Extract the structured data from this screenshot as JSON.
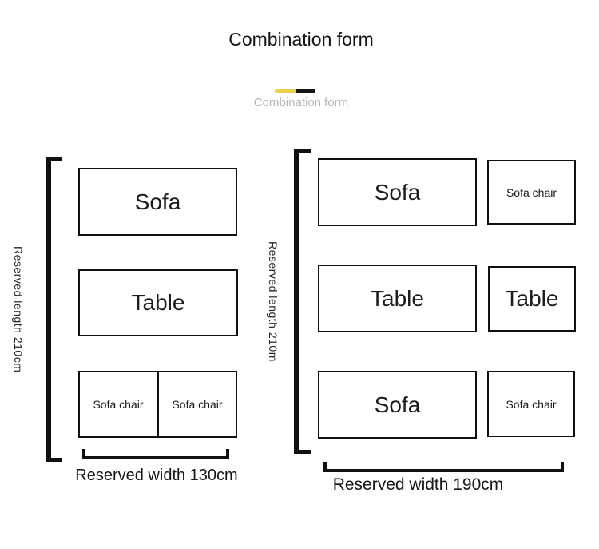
{
  "header": {
    "title": "Combination form",
    "subtitle": "Combination form"
  },
  "colors": {
    "accent_yellow": "#e8d24b",
    "accent_black": "#141414",
    "line_black": "#101010",
    "subtitle_gray": "#b5b5b5"
  },
  "left_diagram": {
    "length_label": "Reserved length 210cm",
    "width_label": "Reserved width 130cm",
    "sofa_label": "Sofa",
    "table_label": "Table",
    "chair_left_label": "Sofa chair",
    "chair_right_label": "Sofa chair"
  },
  "right_diagram": {
    "length_label": "Reserved length 210m",
    "width_label": "Reserved width 190cm",
    "sofa_top_label": "Sofa",
    "chair_top_label": "Sofa chair",
    "table_large_label": "Table",
    "table_small_label": "Table",
    "sofa_bottom_label": "Sofa",
    "chair_bottom_label": "Sofa chair"
  }
}
